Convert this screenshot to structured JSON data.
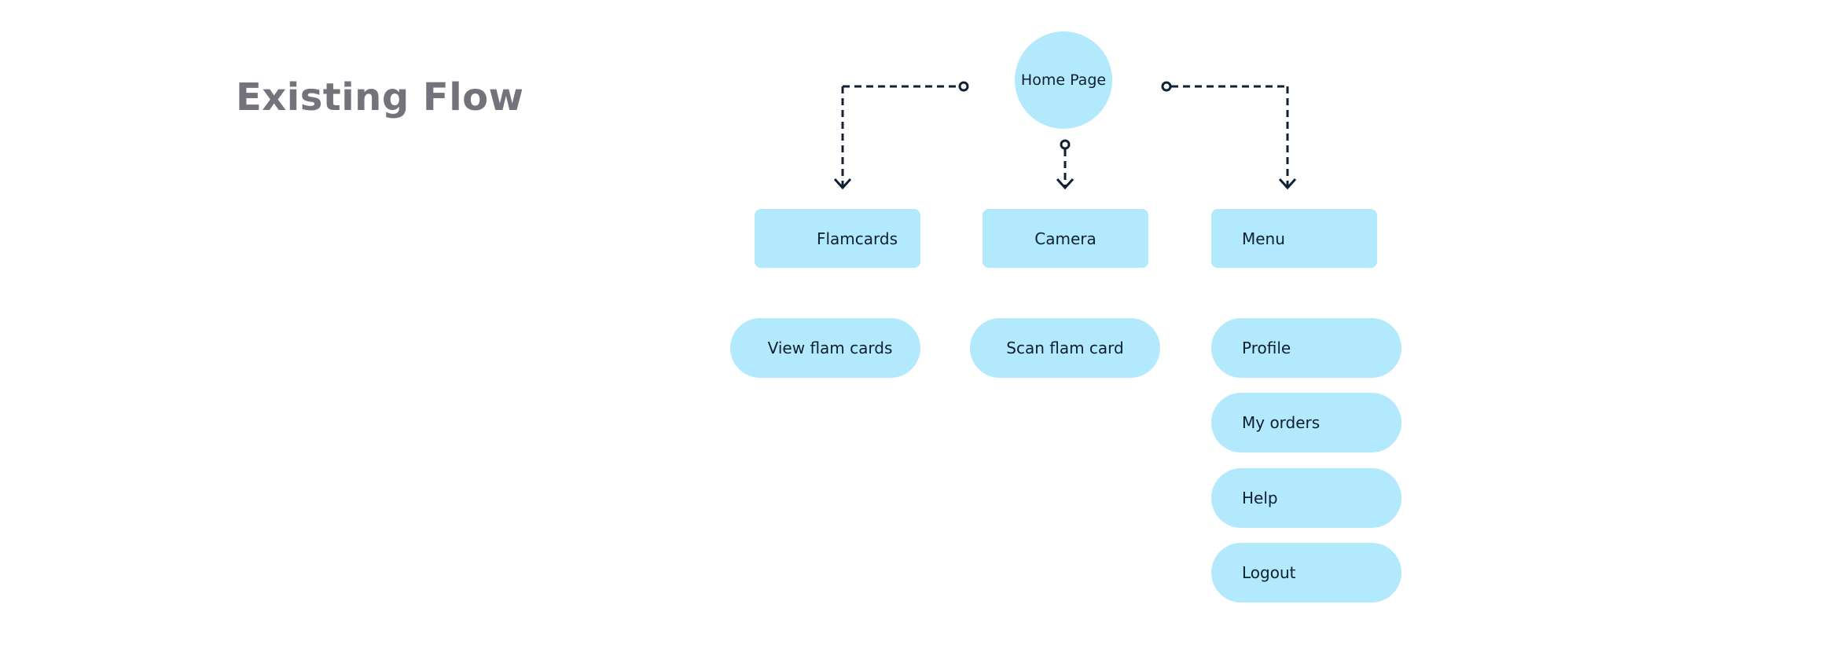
{
  "title": "Existing Flow",
  "colors": {
    "node_fill": "#b3e9fc",
    "node_text": "#0b1f30",
    "connector": "#0f2233",
    "title": "#74737c"
  },
  "home": {
    "label": "Home Page"
  },
  "categories": [
    {
      "label": "Flamcards"
    },
    {
      "label": "Camera"
    },
    {
      "label": "Menu"
    }
  ],
  "actions": [
    {
      "label": "View flam cards"
    },
    {
      "label": "Scan flam card"
    }
  ],
  "menu_items": [
    {
      "label": "Profile"
    },
    {
      "label": "My orders"
    },
    {
      "label": "Help"
    },
    {
      "label": "Logout"
    }
  ]
}
